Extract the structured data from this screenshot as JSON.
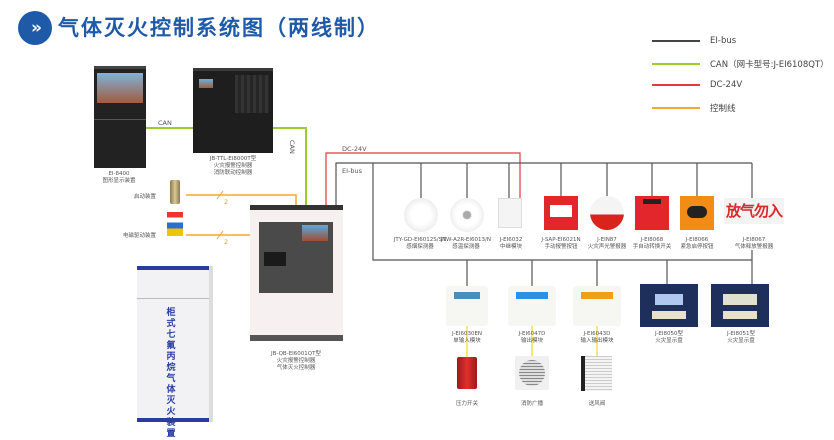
{
  "header": {
    "badge_icon": "double-chevron-right",
    "badge_text": "»",
    "title": "气体灭火控制系统图（两线制）"
  },
  "legend": [
    {
      "label": "EI-bus",
      "color": "#444444"
    },
    {
      "label": "CAN（网卡型号:J-EI6108QT）",
      "color": "#9acd32"
    },
    {
      "label": "DC-24V",
      "color": "#e0393e"
    },
    {
      "label": "控制线",
      "color": "#f0a830"
    }
  ],
  "wire_labels": {
    "can_horizontal": "CAN",
    "can_vertical": "CAN",
    "dc24v": "DC-24V",
    "eibus": "EI-bus",
    "control_count_1": "2",
    "control_count_2": "2"
  },
  "devices": {
    "graphic_display": {
      "model": "EI-8400",
      "name": "图形显示装置"
    },
    "main_controller": {
      "model": "JB-TTL-EI8000T型",
      "name1": "火灾报警控制器",
      "name2": "消防联动控制器"
    },
    "gas_controller": {
      "model": "JB-QB-EI6001QT型",
      "name1": "火灾报警控制器",
      "name2": "气体灭火控制器"
    },
    "pressure_valve": {
      "name": "启动装置"
    },
    "solenoid_driver": {
      "name": "电磁驱动装置"
    },
    "cabinet": {
      "text": "柜式七氟丙烷气体灭火装置"
    },
    "bus_top": [
      {
        "model": "JTY-GD-EI6012S/SN",
        "name": "感烟探测器"
      },
      {
        "model": "JTW-A2R-EI6013/N",
        "name": "感温探测器"
      },
      {
        "model": "J-EI6032",
        "name": "中继模块"
      },
      {
        "model": "J-SAP-EI6021N",
        "name": "手动报警按钮"
      },
      {
        "model": "J-EIN87",
        "name": "火灾声光警报器"
      },
      {
        "model": "J-EI8068",
        "name": "手自动转换开关"
      },
      {
        "model": "J-EI8066",
        "name": "紧急启停按钮"
      },
      {
        "model": "J-EI8067",
        "name": "气体释放警报器",
        "sign_text": "放气勿入"
      }
    ],
    "bus_bottom": [
      {
        "model": "J-EI6030EN",
        "name": "单输入模块"
      },
      {
        "model": "J-EI6047D",
        "name": "输出模块"
      },
      {
        "model": "J-EI6043D",
        "name": "输入输出模块"
      },
      {
        "model": "J-EI8050型",
        "name": "火灾显示盘"
      },
      {
        "model": "J-EI8051型",
        "name": "火灾显示盘"
      }
    ],
    "field_devices": [
      {
        "name": "压力开关"
      },
      {
        "name": "消防广播"
      },
      {
        "name": "送风阀"
      }
    ]
  }
}
